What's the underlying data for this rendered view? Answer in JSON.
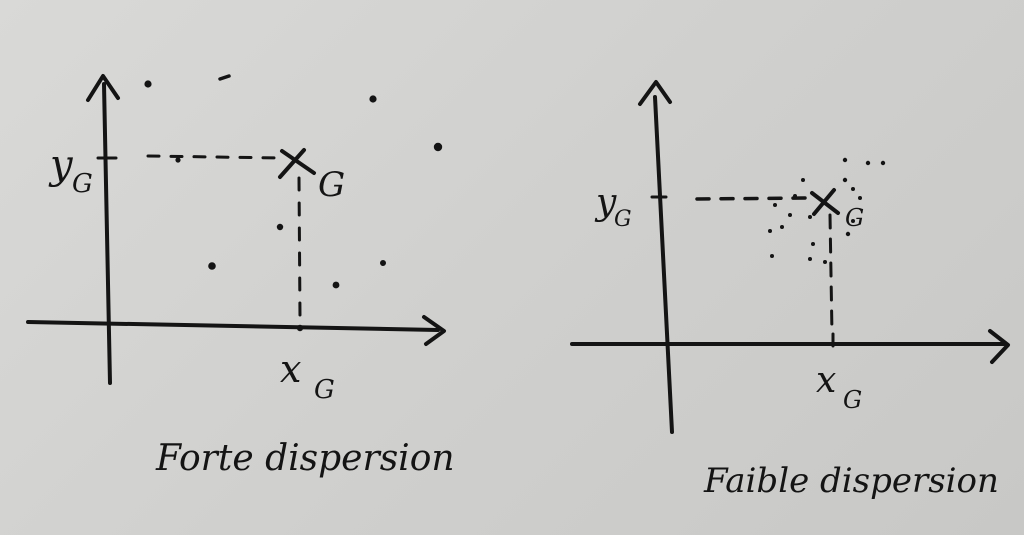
{
  "left_diagram": {
    "y_label_main": "y",
    "y_label_sub": "G",
    "x_label_main": "x",
    "x_label_sub": "G",
    "point_label": "G",
    "caption": "Forte dispersion"
  },
  "right_diagram": {
    "y_label_main": "y",
    "y_label_sub": "G",
    "x_label_main": "x",
    "x_label_sub": "G",
    "point_label": "G",
    "caption": "Faible dispersion"
  },
  "colors": {
    "ink": "#141414",
    "paper": "#d3d3d1"
  }
}
